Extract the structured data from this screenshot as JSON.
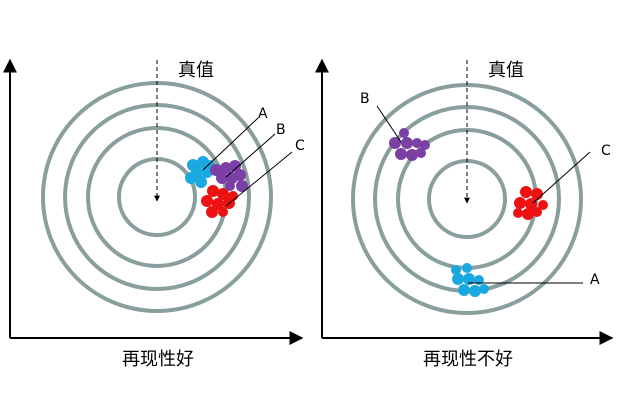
{
  "panels": [
    {
      "title": "真值",
      "caption": "再现性好",
      "labels": {
        "a": "A",
        "b": "B",
        "c": "C"
      }
    },
    {
      "title": "真值",
      "caption": "再现性不好",
      "labels": {
        "a": "A",
        "b": "B",
        "c": "C"
      }
    }
  ],
  "colors": {
    "ring": "#8a9e9e",
    "axis": "#000000",
    "a": "#1aa8e0",
    "b": "#7b3fa6",
    "c": "#ee1111"
  }
}
